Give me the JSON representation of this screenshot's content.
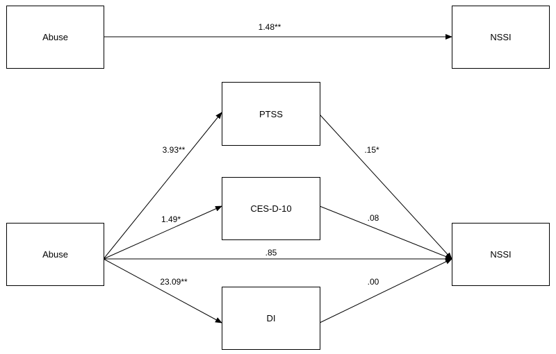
{
  "top_model": {
    "nodes": {
      "abuse": "Abuse",
      "nssi": "NSSI"
    },
    "paths": {
      "abuse_nssi": "1.48**"
    }
  },
  "mediation_model": {
    "nodes": {
      "abuse": "Abuse",
      "ptss": "PTSS",
      "cesd": "CES-D-10",
      "di": "DI",
      "nssi": "NSSI"
    },
    "paths": {
      "abuse_ptss": "3.93**",
      "abuse_cesd": "1.49*",
      "abuse_di": "23.09**",
      "abuse_nssi_direct": ".85",
      "ptss_nssi": ".15*",
      "cesd_nssi": ".08",
      "di_nssi": ".00"
    }
  },
  "colors": {
    "stroke": "#000000",
    "background": "#ffffff"
  }
}
